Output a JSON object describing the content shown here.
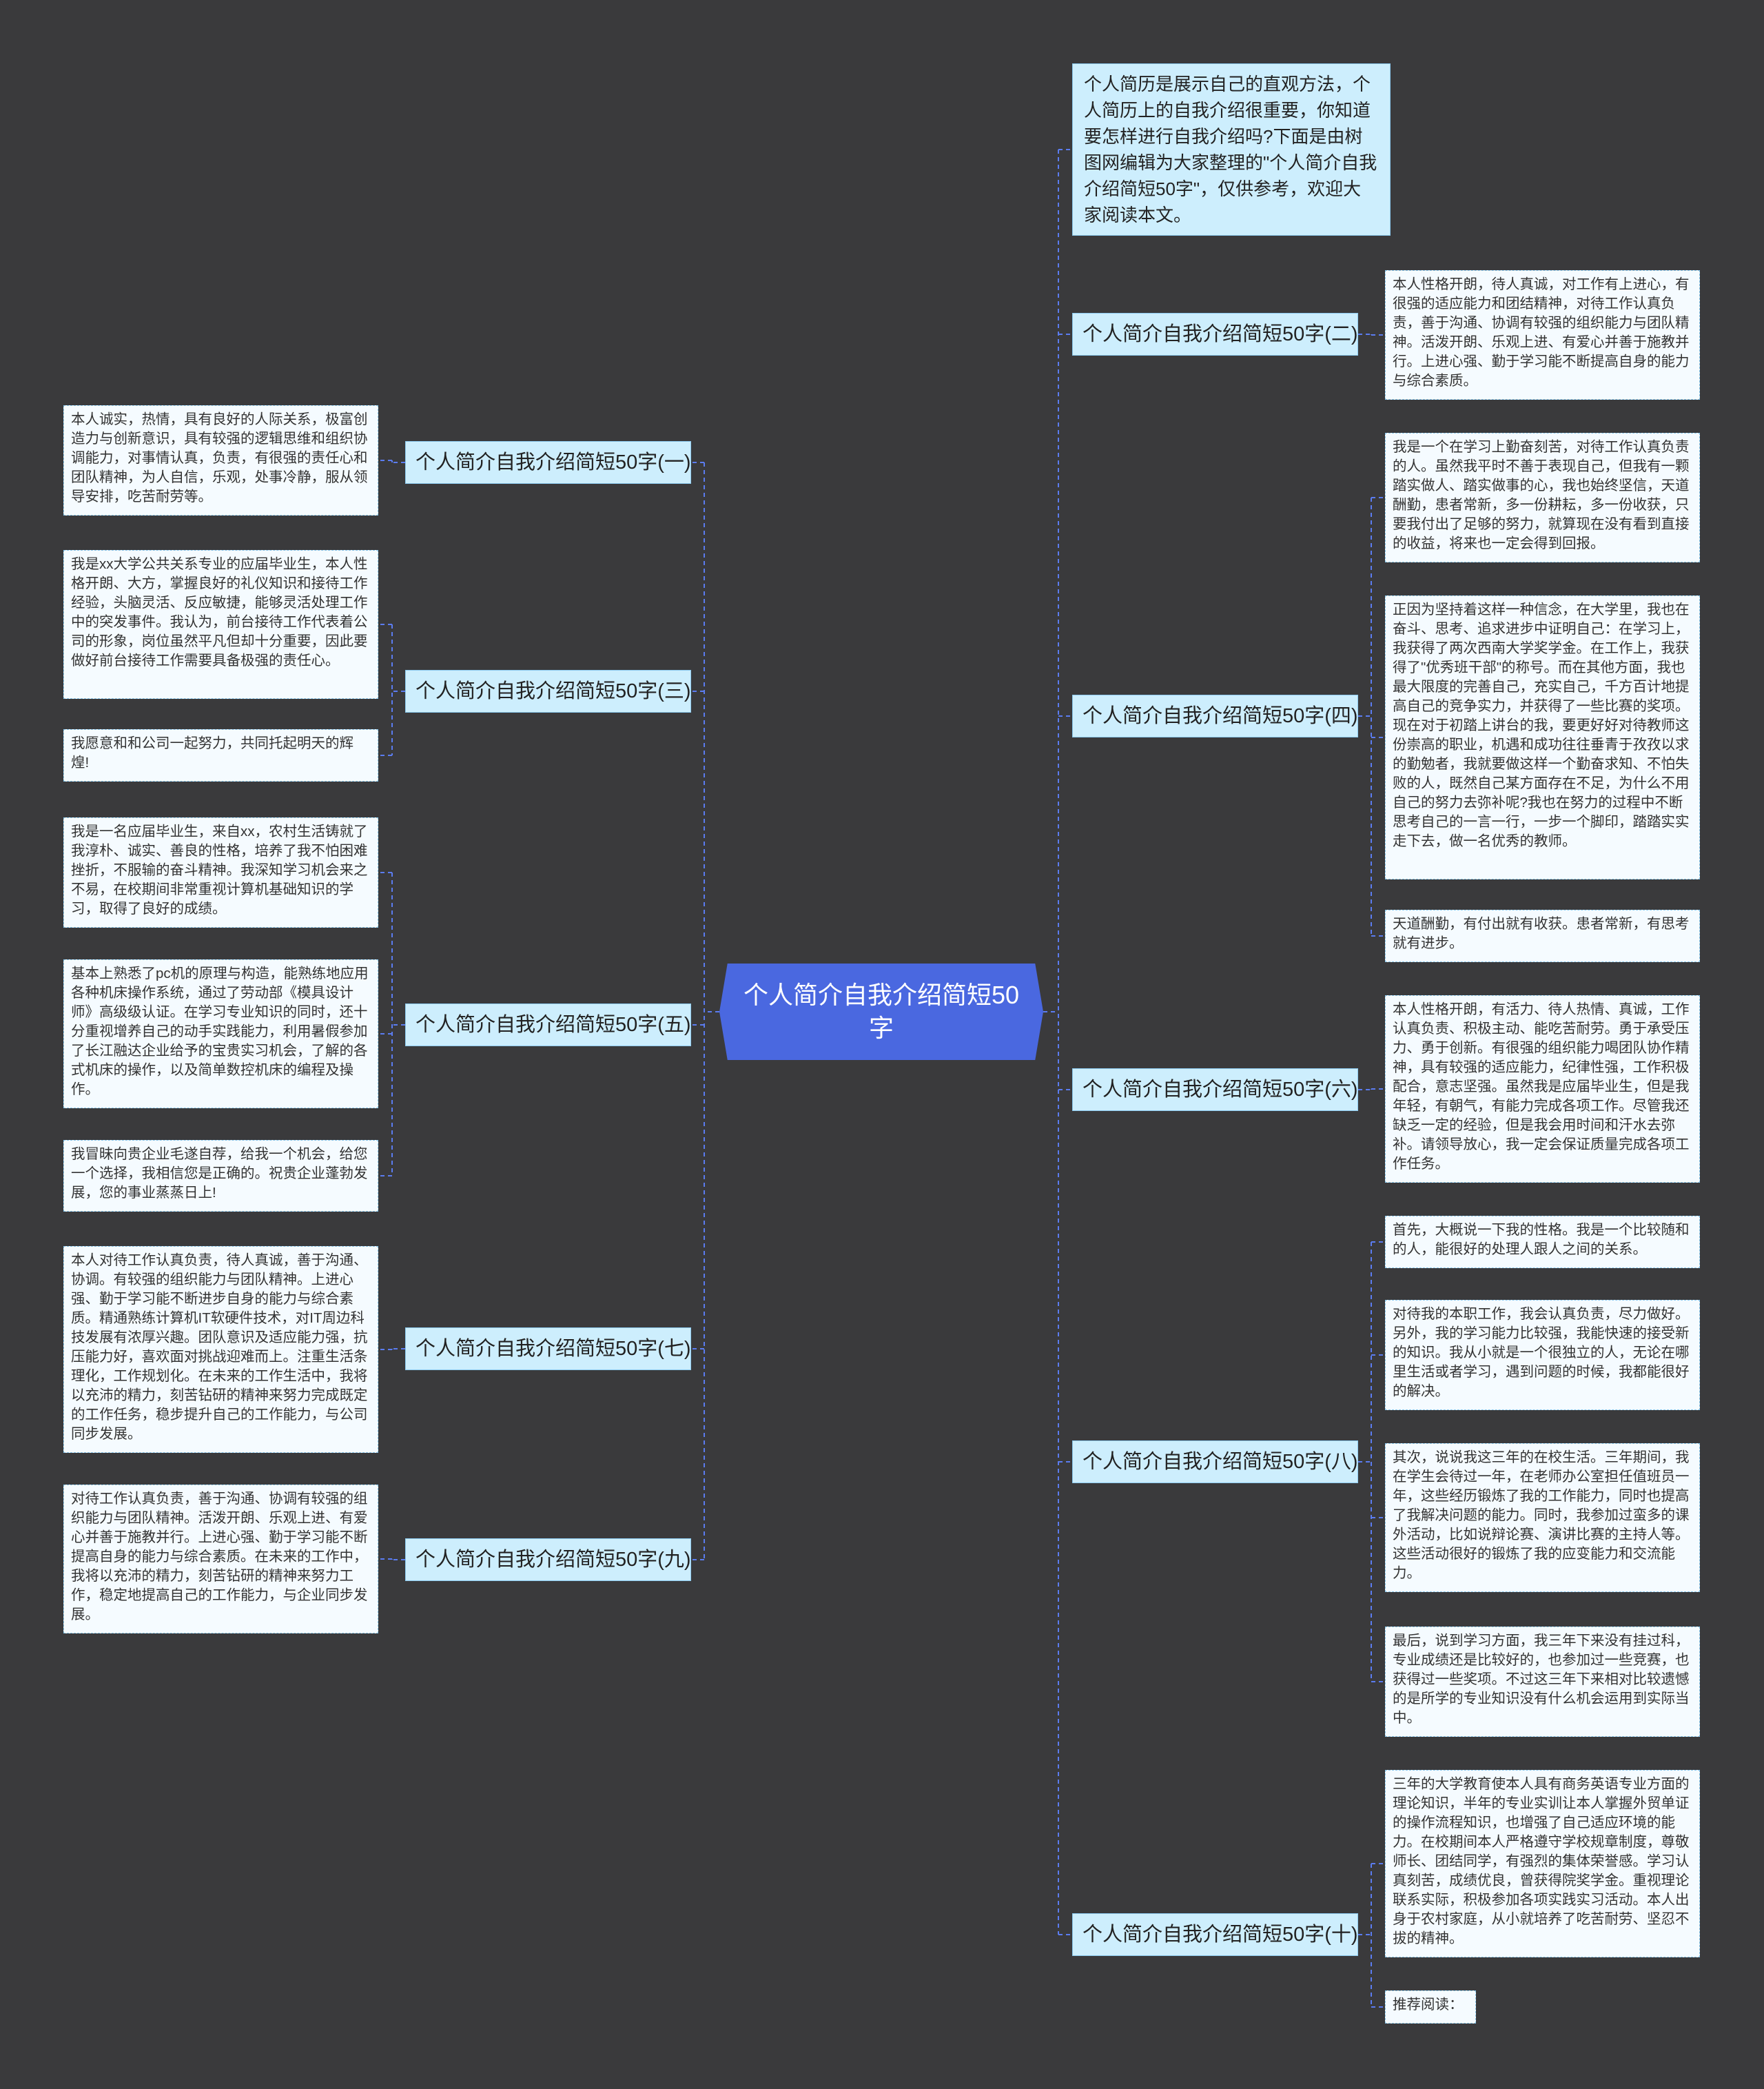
{
  "root": {
    "label": "个人简介自我介绍简短50字"
  },
  "colors": {
    "background": "#3a3a3c",
    "root": "#4a68e0",
    "branch_fill": "#cdeefd",
    "leaf_fill": "#f5fbff",
    "connector": "#5b7cf0"
  },
  "intro": "个人简历是展示自己的直观方法，个人简历上的自我介绍很重要，你知道要怎样进行自我介绍吗?下面是由树图网编辑为大家整理的\"个人简介自我介绍简短50字\"，仅供参考，欢迎大家阅读本文。",
  "branches": [
    {
      "label": "个人简介自我介绍简短50字(一)",
      "leaves": [
        "本人诚实，热情，具有良好的人际关系，极富创造力与创新意识，具有较强的逻辑思维和组织协调能力，对事情认真，负责，有很强的责任心和团队精神，为人自信，乐观，处事冷静，服从领导安排，吃苦耐劳等。"
      ]
    },
    {
      "label": "个人简介自我介绍简短50字(二)",
      "leaves": [
        "本人性格开朗，待人真诚，对工作有上进心，有很强的适应能力和团结精神，对待工作认真负责，善于沟通、协调有较强的组织能力与团队精神。活泼开朗、乐观上进、有爱心并善于施教并行。上进心强、勤于学习能不断提高自身的能力与综合素质。"
      ]
    },
    {
      "label": "个人简介自我介绍简短50字(三)",
      "leaves": [
        "我是xx大学公共关系专业的应届毕业生，本人性格开朗、大方，掌握良好的礼仪知识和接待工作经验，头脑灵活、反应敏捷，能够灵活处理工作中的突发事件。我认为，前台接待工作代表着公司的形象，岗位虽然平凡但却十分重要，因此要做好前台接待工作需要具备极强的责任心。",
        "我愿意和和公司一起努力，共同托起明天的辉煌!"
      ]
    },
    {
      "label": "个人简介自我介绍简短50字(四)",
      "leaves": [
        "我是一个在学习上勤奋刻苦，对待工作认真负责的人。虽然我平时不善于表现自己，但我有一颗踏实做人、踏实做事的心，我也始终坚信，天道酬勤，患者常新，多一份耕耘，多一份收获，只要我付出了足够的努力，就算现在没有看到直接的收益，将来也一定会得到回报。",
        "正因为坚持着这样一种信念，在大学里，我也在奋斗、思考、追求进步中证明自己：在学习上，我获得了两次西南大学奖学金。在工作上，我获得了\"优秀班干部\"的称号。而在其他方面，我也最大限度的完善自己，充实自己，千方百计地提高自己的竞争实力，并获得了一些比赛的奖项。现在对于初踏上讲台的我，要更好好对待教师这份崇高的职业，机遇和成功往往垂青于孜孜以求的勤勉者，我就要做这样一个勤奋求知、不怕失败的人，既然自己某方面存在不足，为什么不用自己的努力去弥补呢?我也在努力的过程中不断思考自己的一言一行，一步一个脚印，踏踏实实走下去，做一名优秀的教师。",
        "天道酬勤，有付出就有收获。患者常新，有思考就有进步。"
      ]
    },
    {
      "label": "个人简介自我介绍简短50字(五)",
      "leaves": [
        "我是一名应届毕业生，来自xx，农村生活铸就了我淳朴、诚实、善良的性格，培养了我不怕困难挫折，不服输的奋斗精神。我深知学习机会来之不易，在校期间非常重视计算机基础知识的学习，取得了良好的成绩。",
        "基本上熟悉了pc机的原理与构造，能熟练地应用各种机床操作系统，通过了劳动部《模具设计师》高级级认证。在学习专业知识的同时，还十分重视增养自己的动手实践能力，利用暑假参加了长江融达企业给予的宝贵实习机会，了解的各式机床的操作，以及简单数控机床的编程及操作。",
        "我冒昧向贵企业毛遂自荐，给我一个机会，给您一个选择，我相信您是正确的。祝贵企业蓬勃发展，您的事业蒸蒸日上!"
      ]
    },
    {
      "label": "个人简介自我介绍简短50字(六)",
      "leaves": [
        "本人性格开朗，有活力、待人热情、真诚，工作认真负责、积极主动、能吃苦耐劳。勇于承受压力、勇于创新。有很强的组织能力喝团队协作精神，具有较强的适应能力，纪律性强，工作积极配合，意志坚强。虽然我是应届毕业生，但是我年轻，有朝气，有能力完成各项工作。尽管我还缺乏一定的经验，但是我会用时间和汗水去弥补。请领导放心，我一定会保证质量完成各项工作任务。"
      ]
    },
    {
      "label": "个人简介自我介绍简短50字(七)",
      "leaves": [
        "本人对待工作认真负责，待人真诚，善于沟通、协调。有较强的组织能力与团队精神。上进心强、勤于学习能不断进步自身的能力与综合素质。精通熟练计算机IT软硬件技术，对IT周边科技发展有浓厚兴趣。团队意识及适应能力强，抗压能力好，喜欢面对挑战迎难而上。注重生活条理化，工作规划化。在未来的工作生活中，我将以充沛的精力，刻苦钻研的精神来努力完成既定的工作任务，稳步提升自己的工作能力，与公司同步发展。"
      ]
    },
    {
      "label": "个人简介自我介绍简短50字(八)",
      "leaves": [
        "首先，大概说一下我的性格。我是一个比较随和的人，能很好的处理人跟人之间的关系。",
        "对待我的本职工作，我会认真负责，尽力做好。另外，我的学习能力比较强，我能快速的接受新的知识。我从小就是一个很独立的人，无论在哪里生活或者学习，遇到问题的时候，我都能很好的解决。",
        "其次，说说我这三年的在校生活。三年期间，我在学生会待过一年，在老师办公室担任值班员一年，这些经历锻炼了我的工作能力，同时也提高了我解决问题的能力。同时，我参加过蛮多的课外活动，比如说辩论赛、演讲比赛的主持人等。这些活动很好的锻炼了我的应变能力和交流能力。",
        "最后，说到学习方面，我三年下来没有挂过科，专业成绩还是比较好的，也参加过一些竞赛，也获得过一些奖项。不过这三年下来相对比较遗憾的是所学的专业知识没有什么机会运用到实际当中。"
      ]
    },
    {
      "label": "个人简介自我介绍简短50字(九)",
      "leaves": [
        "对待工作认真负责，善于沟通、协调有较强的组织能力与团队精神。活泼开朗、乐观上进、有爱心并善于施教并行。上进心强、勤于学习能不断提高自身的能力与综合素质。在未来的工作中，我将以充沛的精力，刻苦钻研的精神来努力工作，稳定地提高自己的工作能力，与企业同步发展。"
      ]
    },
    {
      "label": "个人简介自我介绍简短50字(十)",
      "leaves": [
        "三年的大学教育使本人具有商务英语专业方面的理论知识，半年的专业实训让本人掌握外贸单证的操作流程知识，也增强了自己适应环境的能力。在校期间本人严格遵守学校规章制度，尊敬师长、团结同学，有强烈的集体荣誉感。学习认真刻苦，成绩优良，曾获得院奖学金。重视理论联系实际，积极参加各项实践实习活动。本人出身于农村家庭，从小就培养了吃苦耐劳、坚忍不拔的精神。",
        "推荐阅读："
      ]
    }
  ]
}
